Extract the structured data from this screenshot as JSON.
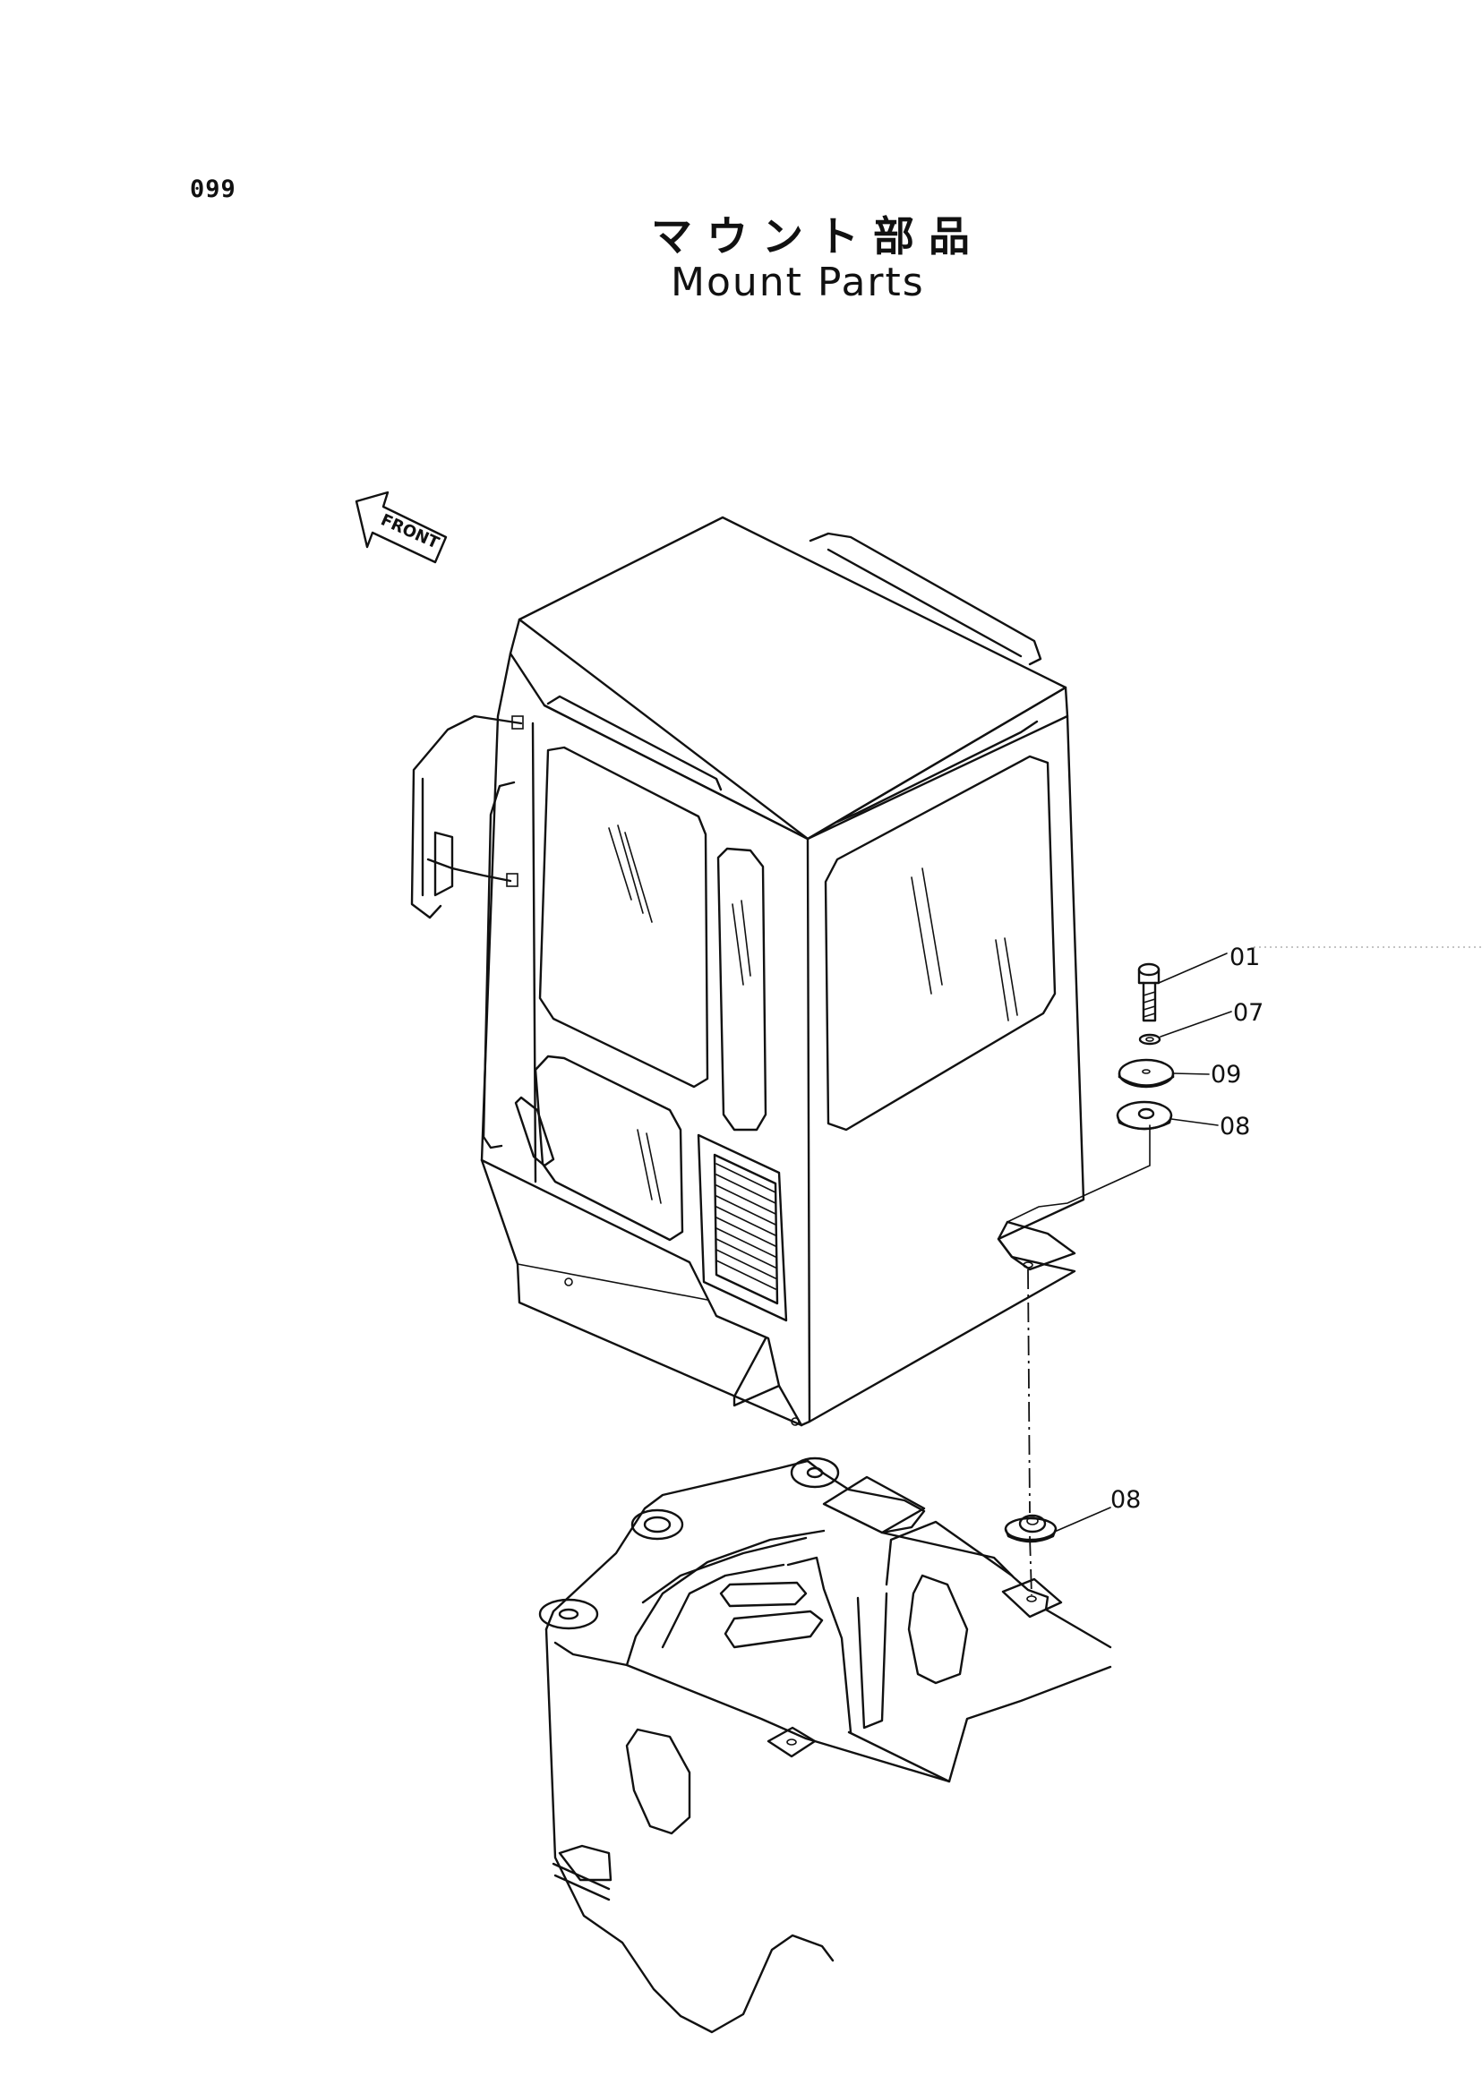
{
  "page_number": "099",
  "title": {
    "japanese": "マウント部品",
    "english": "Mount Parts"
  },
  "direction_indicator": "FRONT",
  "callouts": [
    {
      "id": "01"
    },
    {
      "id": "07"
    },
    {
      "id": "09"
    },
    {
      "id": "08"
    },
    {
      "id": "08"
    }
  ]
}
